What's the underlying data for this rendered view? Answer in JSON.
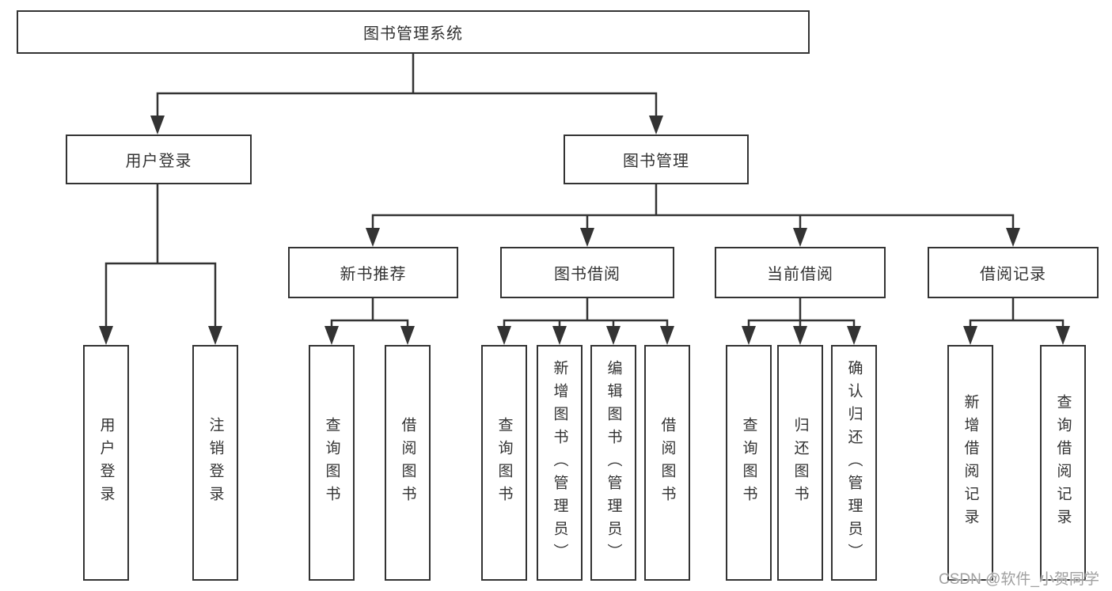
{
  "meta": {
    "watermark": "CSDN @软件_小贺同学",
    "colors": {
      "line": "#333333",
      "box_border": "#333333",
      "text": "#333333",
      "watermark": "#a0a0a0",
      "background": "#ffffff"
    }
  },
  "tree": {
    "label": "图书管理系统",
    "children": [
      {
        "label": "用户登录",
        "children": [
          {
            "label": "用户登录"
          },
          {
            "label": "注销登录"
          }
        ]
      },
      {
        "label": "图书管理",
        "children": [
          {
            "label": "新书推荐",
            "children": [
              {
                "label": "查询图书"
              },
              {
                "label": "借阅图书"
              }
            ]
          },
          {
            "label": "图书借阅",
            "children": [
              {
                "label": "查询图书"
              },
              {
                "label": "新增图书（管理员）"
              },
              {
                "label": "编辑图书（管理员）"
              },
              {
                "label": "借阅图书"
              }
            ]
          },
          {
            "label": "当前借阅",
            "children": [
              {
                "label": "查询图书"
              },
              {
                "label": "归还图书"
              },
              {
                "label": "确认归还（管理员）"
              }
            ]
          },
          {
            "label": "借阅记录",
            "children": [
              {
                "label": "新增借阅记录"
              },
              {
                "label": "查询借阅记录"
              }
            ]
          }
        ]
      }
    ]
  }
}
